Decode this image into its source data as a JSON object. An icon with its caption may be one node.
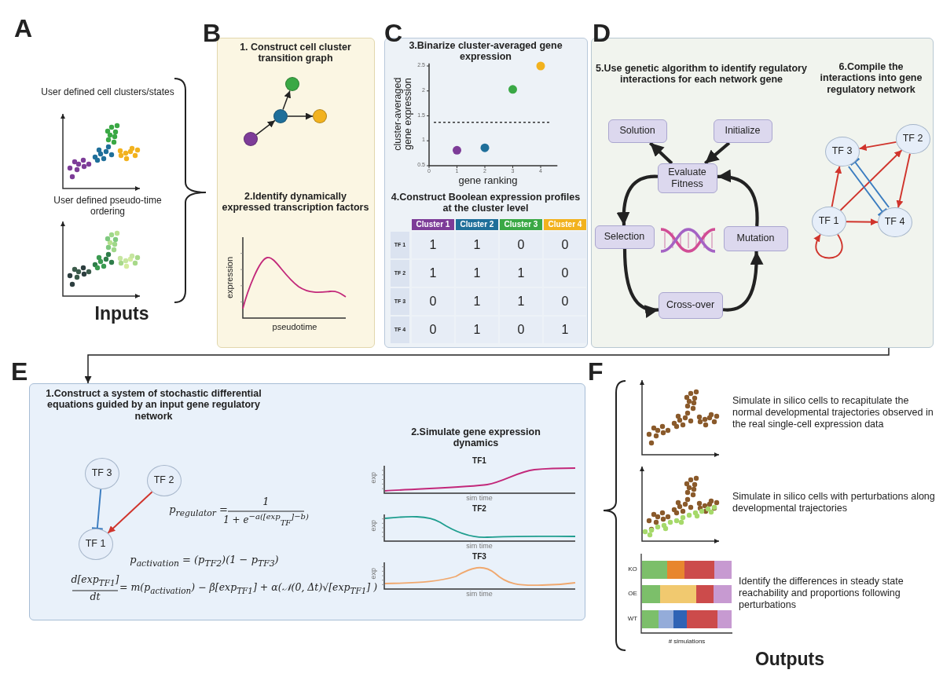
{
  "diagram": {
    "nodes": [
      {
        "text": [
          "1. Construct cell cluster transition graph",
          "2.Identify dynamically expressed transcription factors"
        ]
      },
      {
        "text": [],
        "shape": "circle",
        "in": 0
      },
      {
        "text": [],
        "shape": "circle",
        "in": 0
      },
      {
        "text": [],
        "shape": "circle",
        "in": 0
      },
      {
        "text": [],
        "shape": "circle",
        "in": 0
      },
      {
        "text": [
          "3.Binarize cluster-averaged gene expression",
          "4.Construct Boolean expression profiles at the cluster level"
        ]
      },
      {
        "text": [
          "5.Use genetic algorithm to identify regulatory interactions for each network gene",
          "6.Compile the interactions into gene regulatory network"
        ]
      },
      {
        "text": [
          "Solution"
        ],
        "in": 6
      },
      {
        "text": [
          "Initialize"
        ],
        "in": 6
      },
      {
        "text": [
          "Evaluate Fitness"
        ],
        "in": 6
      },
      {
        "text": [
          "Selection"
        ],
        "in": 6
      },
      {
        "text": [
          "Mutation"
        ],
        "in": 6
      },
      {
        "text": [
          "Cross-over"
        ],
        "in": 6
      },
      {
        "text": [
          "TF 3"
        ],
        "in": 6
      },
      {
        "text": [
          "TF 2"
        ],
        "in": 6
      },
      {
        "text": [
          "TF 1"
        ],
        "in": 6
      },
      {
        "text": [
          "TF 4"
        ],
        "in": 6
      },
      {
        "text": [
          "1.Construct a system of stochastic differential equations guided by an input gene regulatory network",
          "2.Simulate gene expression dynamics"
        ]
      },
      {
        "text": [
          "TF 3"
        ],
        "in": 17
      },
      {
        "text": [
          "TF 2"
        ],
        "in": 17
      },
      {
        "text": [
          "TF 1"
        ],
        "in": 17
      }
    ],
    "edges": [
      {
        "from": 1,
        "to": 2,
        "arrow": "to"
      },
      {
        "from": 2,
        "to": 3,
        "arrow": "to"
      },
      {
        "from": 2,
        "to": 4,
        "arrow": "to"
      },
      {
        "from": 8,
        "to": 9,
        "arrow": "to",
        "style": "thick"
      },
      {
        "from": 9,
        "to": 7,
        "arrow": "to",
        "style": "thick"
      },
      {
        "from": 9,
        "to": 10,
        "arrow": "to",
        "style": "thick"
      },
      {
        "from": 10,
        "to": 12,
        "arrow": "to",
        "style": "thick"
      },
      {
        "from": 12,
        "to": 11,
        "arrow": "to",
        "style": "thick"
      },
      {
        "from": 11,
        "to": 9,
        "arrow": "to",
        "style": "thick"
      },
      {
        "from": 14,
        "to": 13,
        "arrow": "to",
        "color": "#d0342c"
      },
      {
        "from": 15,
        "to": 13,
        "arrow": "to",
        "color": "#d0342c"
      },
      {
        "from": 15,
        "to": 14,
        "arrow": "to",
        "color": "#d0342c"
      },
      {
        "from": 14,
        "to": 16,
        "arrow": "to",
        "color": "#d0342c"
      },
      {
        "from": 15,
        "to": 16,
        "arrow": "to",
        "color": "#d0342c"
      },
      {
        "from": 15,
        "to": 15,
        "arrow": "to",
        "color": "#d0342c"
      },
      {
        "from": 13,
        "to": 16,
        "arrow": "other",
        "color": "#3a7cc0"
      },
      {
        "from": 16,
        "to": 13,
        "arrow": "other",
        "color": "#3a7cc0"
      },
      {
        "from": 6,
        "to": 17,
        "arrow": "to"
      },
      {
        "from": 18,
        "to": 20,
        "arrow": "other",
        "color": "#3a7cc0"
      },
      {
        "from": 19,
        "to": 20,
        "arrow": "to",
        "color": "#d0342c"
      }
    ],
    "labels": [
      "A",
      "B",
      "C",
      "D",
      "User defined cell clusters/states",
      "User defined pseudo-time ordering",
      "Inputs",
      "expression",
      "pseudotime",
      "Cluster 1",
      "Cluster 2",
      "Cluster 3",
      "Cluster 4",
      "TF 1",
      "1",
      "1",
      "0",
      "0",
      "TF 2",
      "1",
      "1",
      "1",
      "0",
      "TF 3",
      "0",
      "1",
      "1",
      "0",
      "TF 4",
      "0",
      "1",
      "0",
      "1",
      "E",
      "F",
      "p$_{regulator}$ =",
      "1",
      "1 + e$^{−a([exp}$$_{TF}$$^{]−b)}$",
      "p$_{activation}$ = (p$_{TF2}$)(1 − p$_{TF3}$)",
      "d[exp$_{TF1}$]",
      "dt",
      "= m(p$_{activation}$) − β[exp$_{TF1}$] +  α(𝒩(0, Δt)√[exp$_{TF1}$] )",
      "TF1",
      "exp",
      "sim time",
      "TF2",
      "exp",
      "sim time",
      "TF3",
      "exp",
      "sim time",
      "Simulate in silico cells to recapitulate the normal developmental trajectories observed in the real single-cell expression data",
      "Simulate in silico cells with perturbations along developmental trajectories",
      "KO",
      "OE",
      "WT",
      "Identify the differences in steady state reachability and proportions following perturbations",
      "# simulations",
      "Outputs"
    ],
    "chart_data": {
      "type": "scatter",
      "xlabel": "gene ranking",
      "ylabel": "cluster-averaged gene expression",
      "x": [
        1,
        2,
        3,
        4
      ],
      "series": [
        {
          "color": "#7d3c98",
          "values": [
            0.81,
            null,
            null,
            null
          ]
        },
        {
          "color": "#1f6f9a",
          "values": [
            null,
            0.86,
            null,
            null
          ]
        },
        {
          "color": "#3aa845",
          "values": [
            null,
            null,
            2.03,
            null
          ]
        },
        {
          "color": "#f2b21e",
          "values": [
            null,
            null,
            null,
            2.5
          ]
        }
      ],
      "xticks": [
        0,
        1,
        2,
        3,
        4
      ],
      "yticks": [
        0.5,
        1,
        1.5,
        2,
        2.5
      ],
      "xlim": [
        0,
        4.6
      ],
      "ylim": [
        0.5,
        2.55
      ],
      "ref_lines": [
        {
          "axis": "y",
          "value": 1.37
        }
      ]
    }
  }
}
